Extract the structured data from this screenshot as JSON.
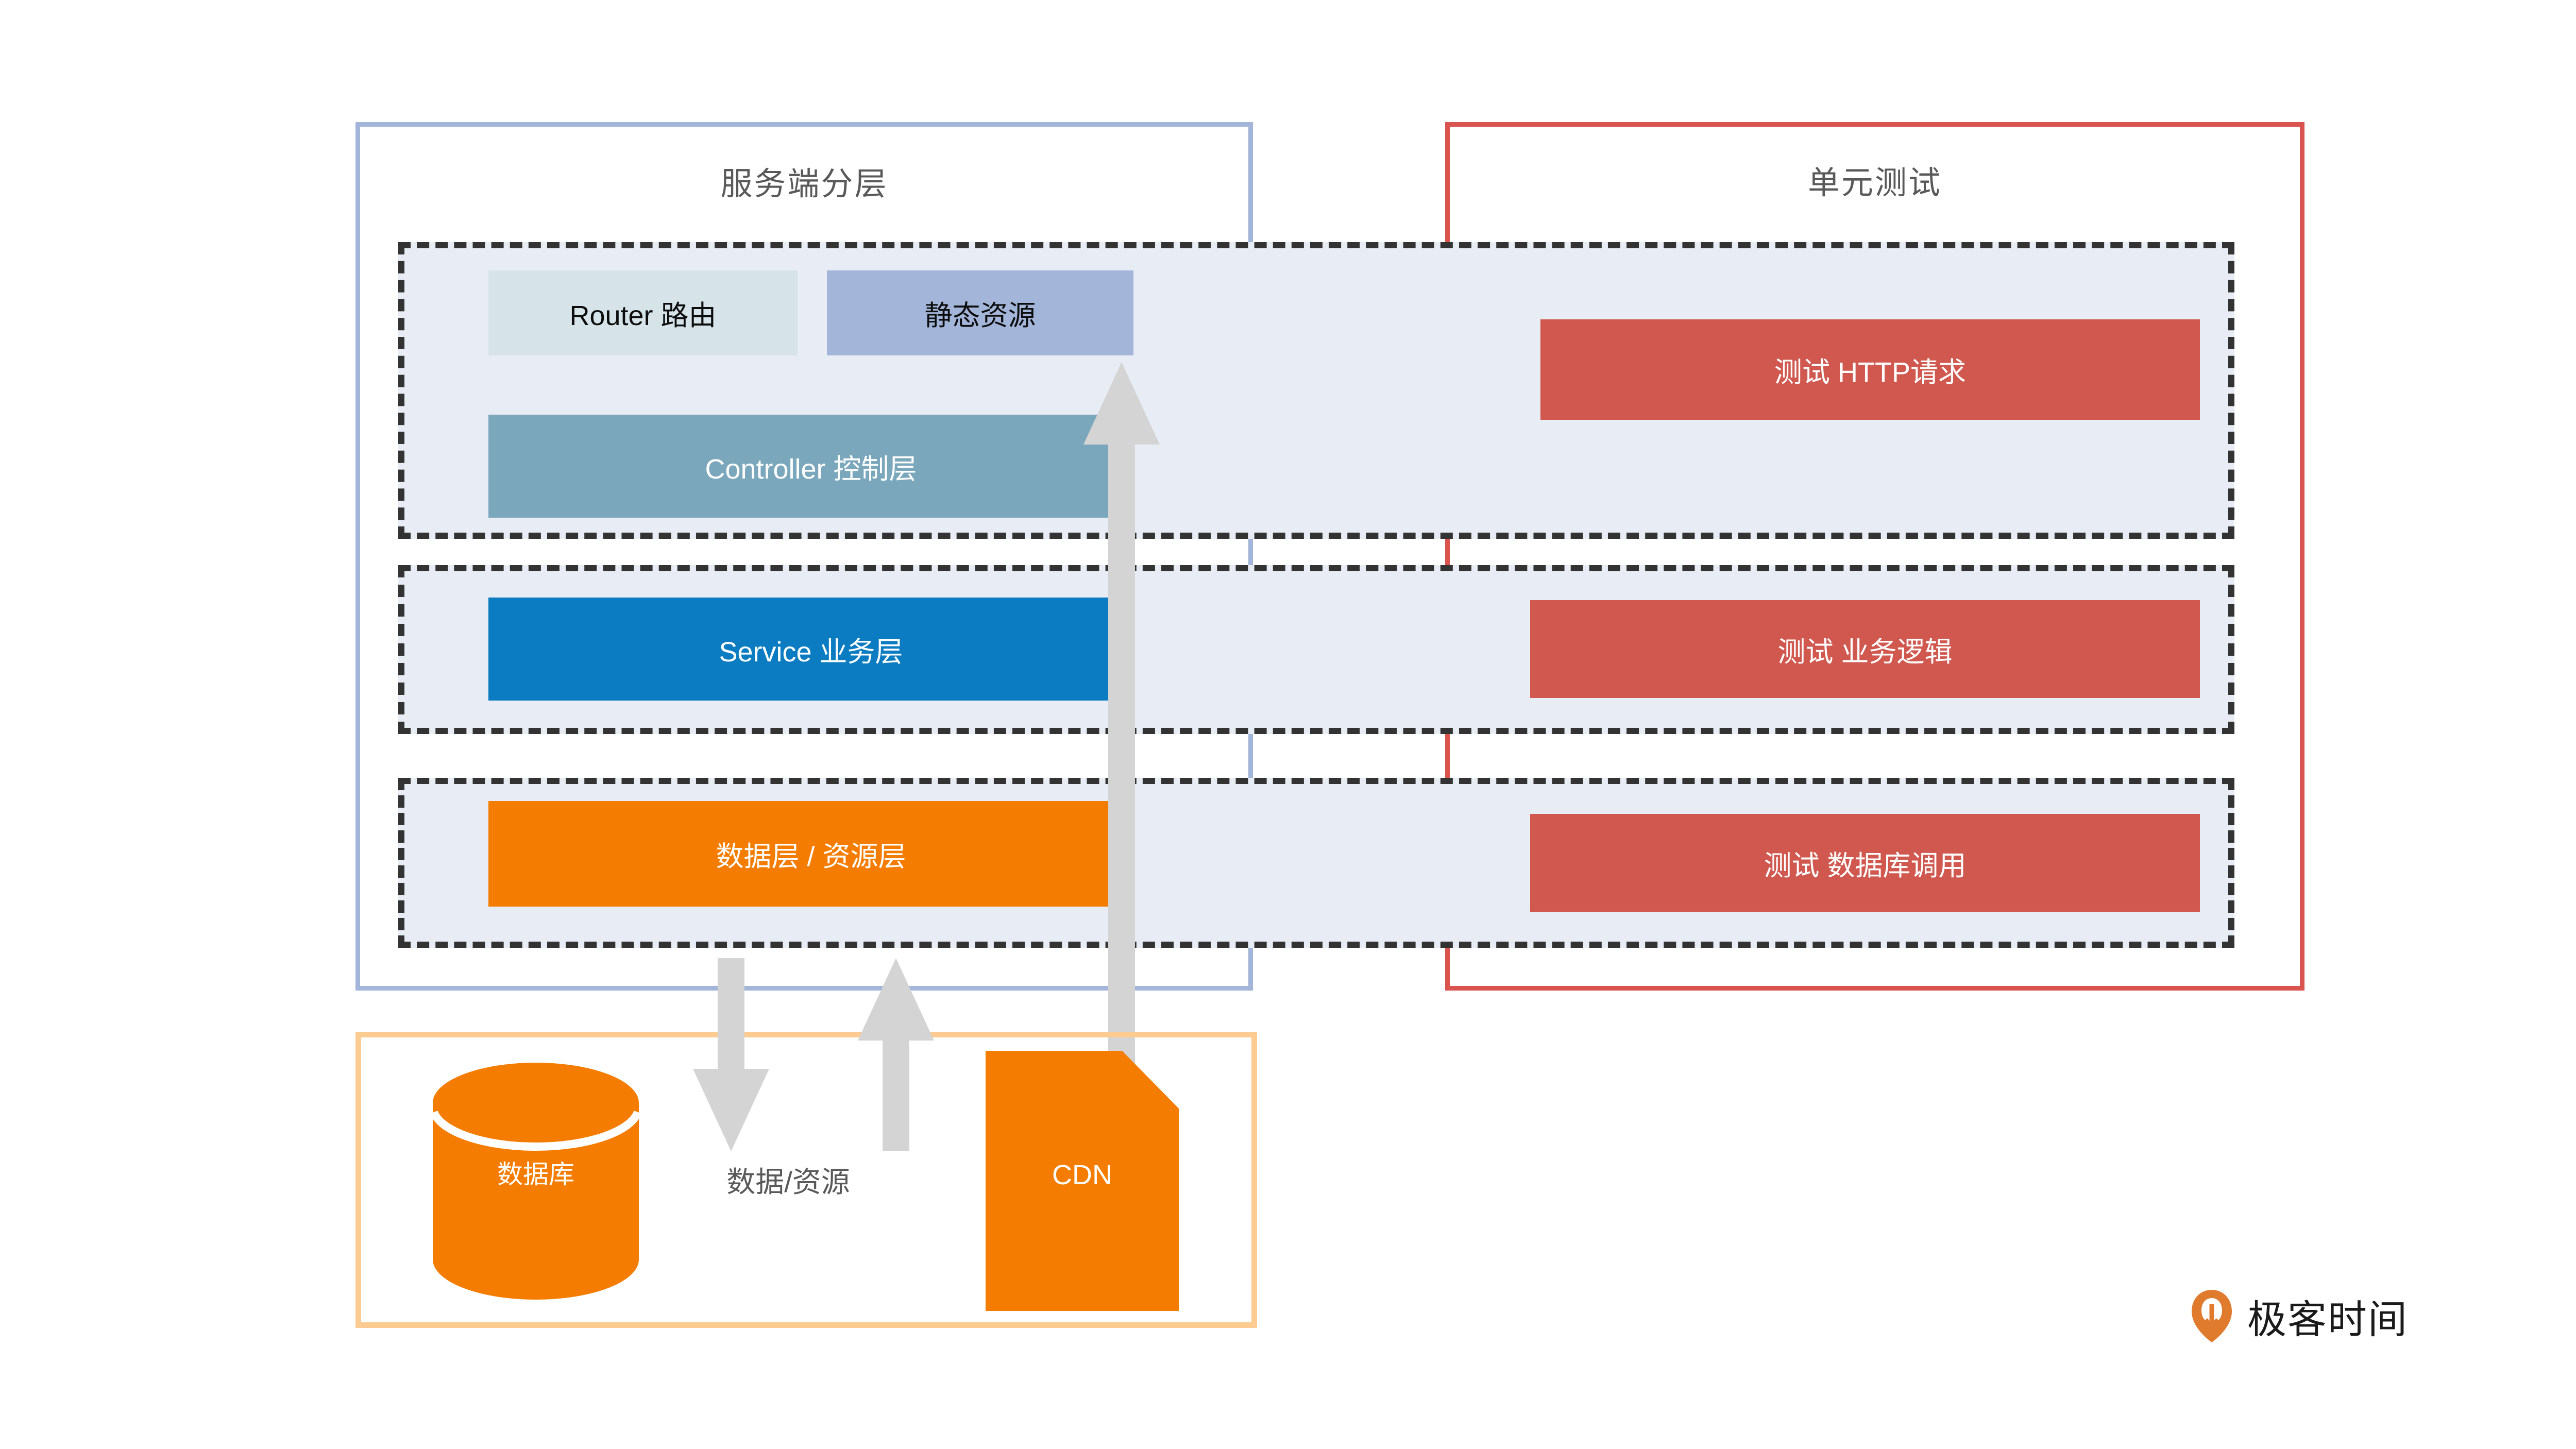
{
  "panels": {
    "server": {
      "title": "服务端分层",
      "border_color": "#a3b5d9"
    },
    "test": {
      "title": "单元测试",
      "border_color": "#d9534f"
    },
    "storage": {
      "border_color": "#fbcb92"
    }
  },
  "server_layers": [
    {
      "name": "presentation",
      "boxes": [
        {
          "label": "Router 路由",
          "color": "#d6e4ea",
          "text_color": "#0d0d0d"
        },
        {
          "label": "静态资源",
          "color": "#a3b5d9",
          "text_color": "#0d0d0d"
        },
        {
          "label": "Controller 控制层",
          "color": "#7ba7bc",
          "text_color": "#ffffff"
        }
      ]
    },
    {
      "name": "business",
      "boxes": [
        {
          "label": "Service 业务层",
          "color": "#0b7cc1",
          "text_color": "#ffffff"
        }
      ]
    },
    {
      "name": "data",
      "boxes": [
        {
          "label": "数据层 / 资源层",
          "color": "#f47c00",
          "text_color": "#ffffff"
        }
      ]
    }
  ],
  "test_boxes": [
    {
      "label": "测试 HTTP请求",
      "color": "#d0584f"
    },
    {
      "label": "测试 业务逻辑",
      "color": "#d0584f"
    },
    {
      "label": "测试 数据库调用",
      "color": "#d0584f"
    }
  ],
  "storage": {
    "database_label": "数据库",
    "flow_label": "数据/资源",
    "cdn_label": "CDN",
    "shape_color": "#f47c00"
  },
  "arrows": {
    "color": "#d4d4d4",
    "cdn_to_static": "up",
    "data_to_database": "down",
    "database_to_data": "up"
  },
  "brand": {
    "name": "极客时间",
    "mark_color": "#e07b2d"
  }
}
